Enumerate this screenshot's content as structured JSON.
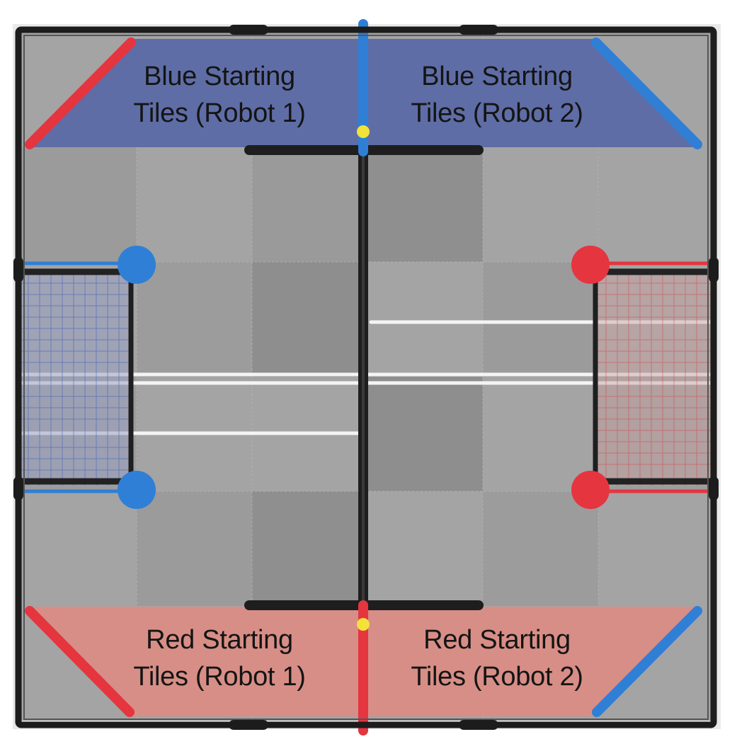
{
  "zones": {
    "blue_robot1": {
      "line1": "Blue Starting",
      "line2": "Tiles (Robot 1)"
    },
    "blue_robot2": {
      "line1": "Blue Starting",
      "line2": "Tiles (Robot 2)"
    },
    "red_robot1": {
      "line1": "Red Starting",
      "line2": "Tiles (Robot 1)"
    },
    "red_robot2": {
      "line1": "Red Starting",
      "line2": "Tiles (Robot 2)"
    }
  },
  "colors": {
    "blue_zone": "#5c6aa6",
    "red_zone": "#d88c84",
    "blue_alliance": "#2f7fd6",
    "red_alliance": "#e5353f",
    "tile_light": "#a3a3a3",
    "tile_dark": "#8c8c8c",
    "frame": "#1c1c1c",
    "marker": "#f2e23a",
    "tape": "#f4f4f4"
  }
}
